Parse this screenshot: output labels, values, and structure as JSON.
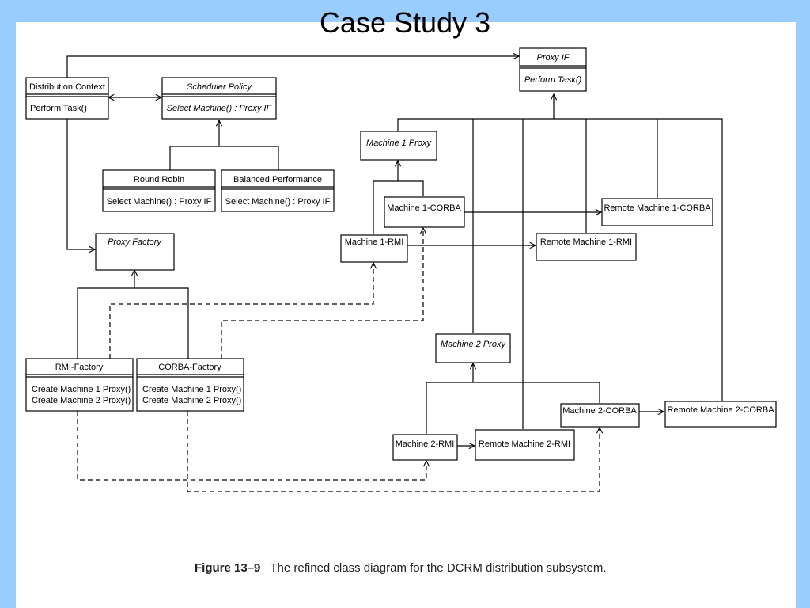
{
  "slide": {
    "title": "Case Study 3"
  },
  "classes": {
    "proxy_if": {
      "name": "Proxy IF",
      "op": "Perform Task()"
    },
    "distribution_context": {
      "name": "Distribution Context",
      "op": "Perform Task()"
    },
    "scheduler_policy": {
      "name": "Scheduler Policy",
      "op": "Select Machine() : Proxy IF"
    },
    "round_robin": {
      "name": "Round Robin",
      "op": "Select Machine() : Proxy IF"
    },
    "balanced_performance": {
      "name": "Balanced Performance",
      "op": "Select Machine() : Proxy IF"
    },
    "proxy_factory": {
      "name": "Proxy Factory"
    },
    "rmi_factory": {
      "name": "RMI-Factory",
      "op1": "Create Machine 1 Proxy()",
      "op2": "Create Machine 2 Proxy()"
    },
    "corba_factory": {
      "name": "CORBA-Factory",
      "op1": "Create Machine 1 Proxy()",
      "op2": "Create Machine 2 Proxy()"
    },
    "machine1_proxy": {
      "name": "Machine 1 Proxy"
    },
    "machine1_corba": {
      "name": "Machine 1-CORBA"
    },
    "machine1_rmi": {
      "name": "Machine 1-RMI"
    },
    "remote_machine1_corba": {
      "name": "Remote Machine 1-CORBA"
    },
    "remote_machine1_rmi": {
      "name": "Remote Machine 1-RMI"
    },
    "machine2_proxy": {
      "name": "Machine 2 Proxy"
    },
    "machine2_corba": {
      "name": "Machine 2-CORBA"
    },
    "machine2_rmi": {
      "name": "Machine 2-RMI"
    },
    "remote_machine2_rmi": {
      "name": "Remote Machine 2-RMI"
    },
    "remote_machine2_corba": {
      "name": "Remote Machine 2-CORBA"
    }
  },
  "caption": {
    "label": "Figure 13–9",
    "text": "The refined class diagram for the DCRM distribution subsystem."
  }
}
